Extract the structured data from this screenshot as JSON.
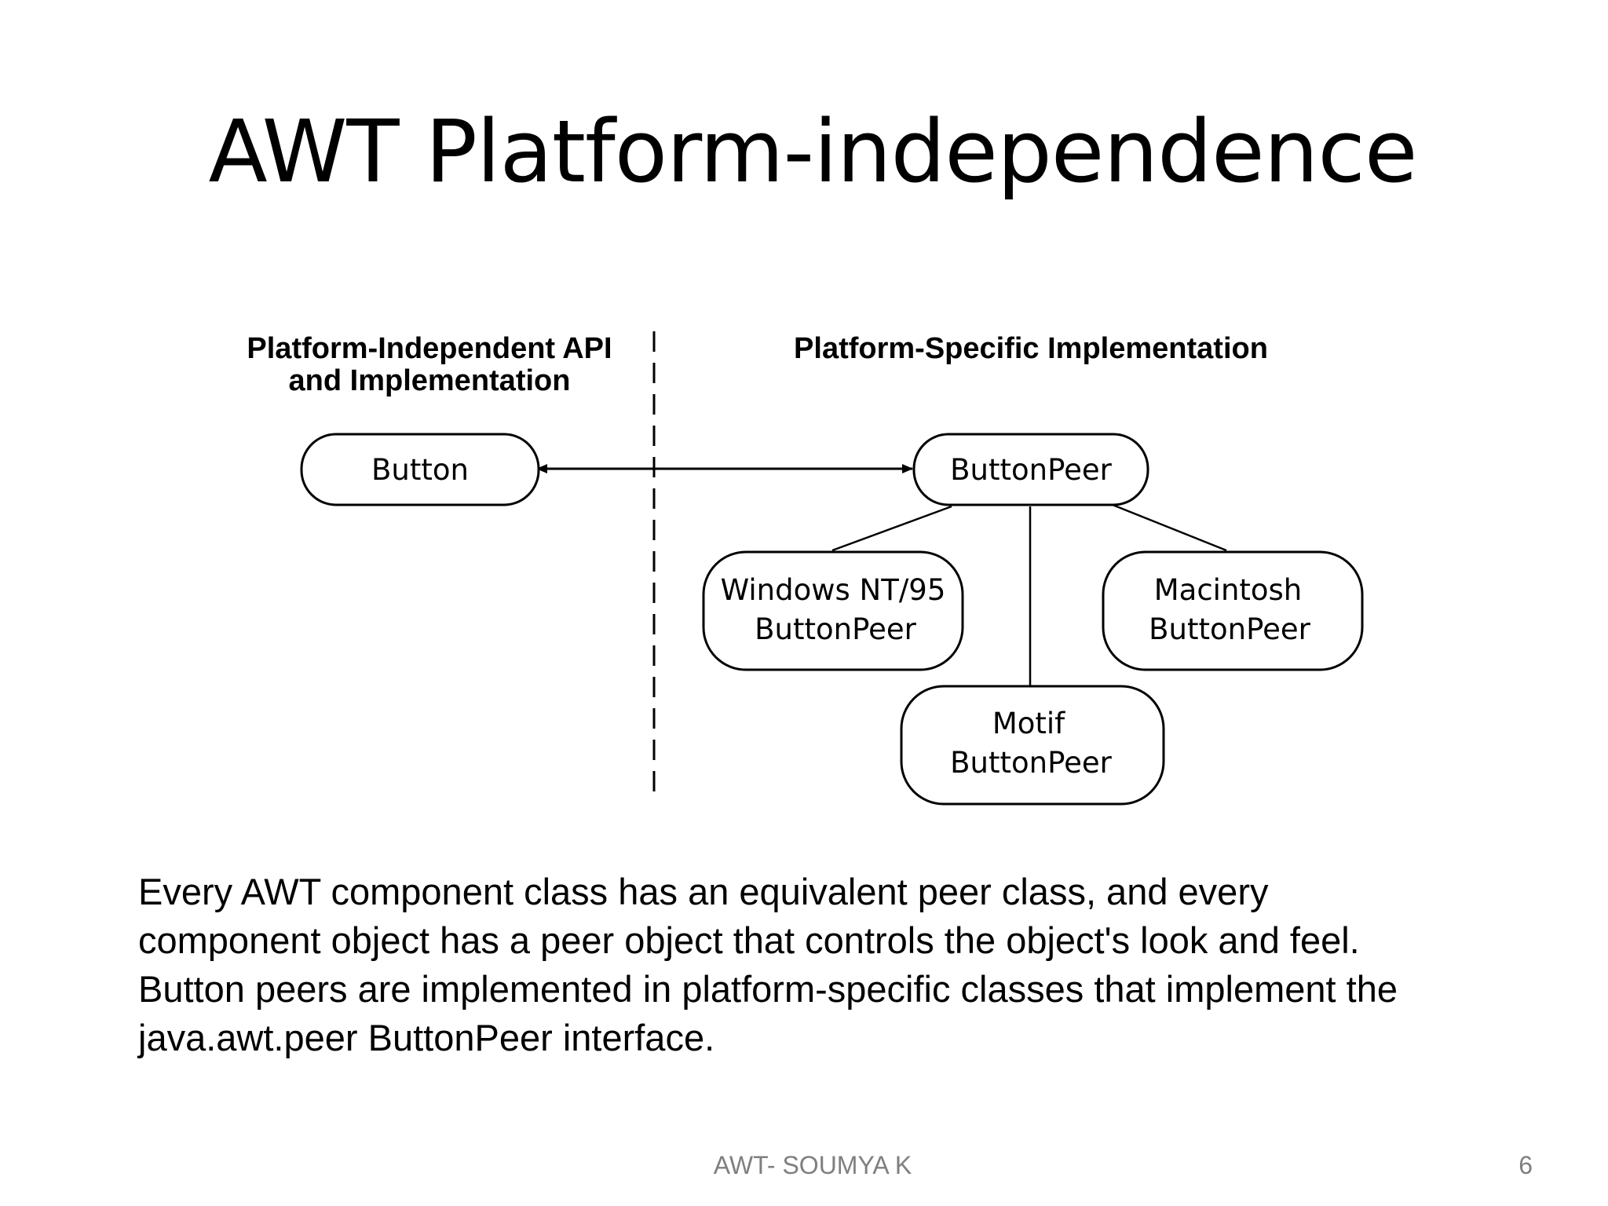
{
  "slide": {
    "title": "AWT Platform-independence",
    "footer": "AWT- SOUMYA K",
    "page_number": "6"
  },
  "diagram": {
    "left_heading": [
      "Platform-Independent API",
      "and Implementation"
    ],
    "right_heading": "Platform-Specific Implementation",
    "nodes": {
      "button": [
        "Button"
      ],
      "button_peer": [
        "ButtonPeer"
      ],
      "windows": [
        "Windows NT/95",
        "ButtonPeer"
      ],
      "macintosh": [
        "Macintosh",
        "ButtonPeer"
      ],
      "motif": [
        "Motif",
        "ButtonPeer"
      ]
    }
  },
  "body": {
    "paragraphs": [
      "Every AWT component class has an equivalent peer class, and every component object has a peer object that controls the object's look and feel.",
      "Button peers are implemented in platform-specific classes that implement the java.awt.peer ButtonPeer interface."
    ]
  }
}
